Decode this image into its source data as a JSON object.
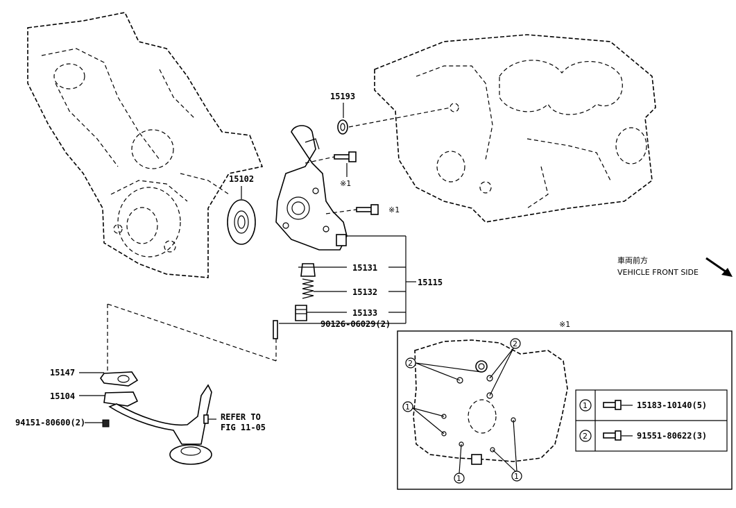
{
  "parts": {
    "p15193": "15193",
    "p15102": "15102",
    "p15131": "15131",
    "p15132": "15132",
    "p15133": "15133",
    "p15115": "15115",
    "p90126": "90126-06029(2)",
    "p15147": "15147",
    "p15104": "15104",
    "p94151": "94151-80600(2)",
    "note_mark_a": "※1",
    "note_mark_b": "※1",
    "refer_line1": "REFER TO",
    "refer_line2": "FIG 11-05"
  },
  "direction": {
    "jp": "車両前方",
    "en": "VEHICLE FRONT SIDE"
  },
  "detail": {
    "title": "※1",
    "legend": [
      {
        "num": "1",
        "part": "15183-10140(5)"
      },
      {
        "num": "2",
        "part": "91551-80622(3)"
      }
    ],
    "callouts": [
      "2",
      "2",
      "1",
      "1",
      "1"
    ]
  }
}
